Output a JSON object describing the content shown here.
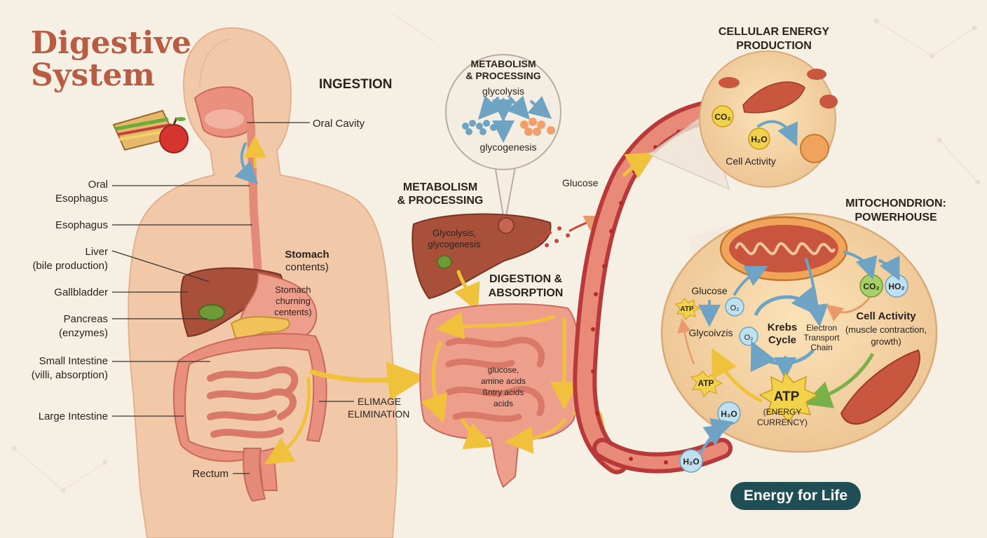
{
  "title": {
    "line1": "Digestive",
    "line2": "System"
  },
  "sections": {
    "ingestion": "INGESTION",
    "metabolism_bubble_title": [
      "METABOLISM",
      "& PROCESSING"
    ],
    "metabolism_label": [
      "METABOLISM",
      "& PROCESSING"
    ],
    "digestion_absorption": [
      "DIGESTION &",
      "ABSORPTION"
    ],
    "cellular_energy": [
      "CELLULAR ENERGY",
      "PRODUCTION"
    ],
    "mitochondrion": [
      "MITOCHONDRION:",
      "POWERHOUSE"
    ]
  },
  "organ_labels": {
    "oral_cavity": "Oral Cavity",
    "oral_esophagus": [
      "Oral",
      "Esophagus"
    ],
    "esophagus": "Esophagus",
    "liver": [
      "Liver",
      "(bile production)"
    ],
    "gallbladder": "Gallbladder",
    "pancreas": [
      "Pancreas",
      "(enzymes)"
    ],
    "small_intestine": [
      "Small Intestine",
      "(villi, absorption)"
    ],
    "large_intestine": "Large Intestine",
    "rectum": "Rectum",
    "stomach": [
      "Stomach",
      "contents)"
    ],
    "stomach_churning": [
      "Stomach",
      "churning",
      "centents)"
    ],
    "elimination": [
      "ELIMAGE",
      "ELIMINATION"
    ]
  },
  "metabolism": {
    "glycolysis": "glycolysis",
    "glycogenesis": "glycogenesis",
    "liver_text": [
      "Glycolysis,",
      "glycogenesis"
    ],
    "glucose": "Glucose"
  },
  "intestine_text": [
    "glucose,",
    "amine acids",
    "ßntry acids",
    "acids"
  ],
  "cell": {
    "co2": "CO₂",
    "h2o": "H₂O",
    "cell_activity": "Cell Activity"
  },
  "mito": {
    "glucose": "Glucose",
    "o2_a": "O₂",
    "o2_b": "O₂",
    "atp_small": "ATP",
    "glycolysis": "Glycoivzis",
    "krebs": [
      "Krebs",
      "Cycle"
    ],
    "etc": [
      "Electron",
      "Transport",
      "Chain"
    ],
    "co2": "CO₂",
    "ho2": "HO₂",
    "cell_activity": [
      "Cell Activity",
      "(muscle contraction,",
      "growth)"
    ],
    "atp_mid": "ATP",
    "atp_big": "ATP",
    "energy_currency": [
      "(ENERGY",
      "CURRENCY)"
    ],
    "h3o": "H₃O",
    "h2o": "H₂O"
  },
  "energy_badge": "Energy for Life",
  "colors": {
    "title": "#b85c44",
    "skin": "#f2c9a8",
    "organ": "#e9907e",
    "liver": "#a8503a",
    "vessel": "#c9463e",
    "arrow_yellow": "#f0c23c",
    "arrow_blue": "#6ea3c4",
    "badge": "#1f4f55"
  }
}
